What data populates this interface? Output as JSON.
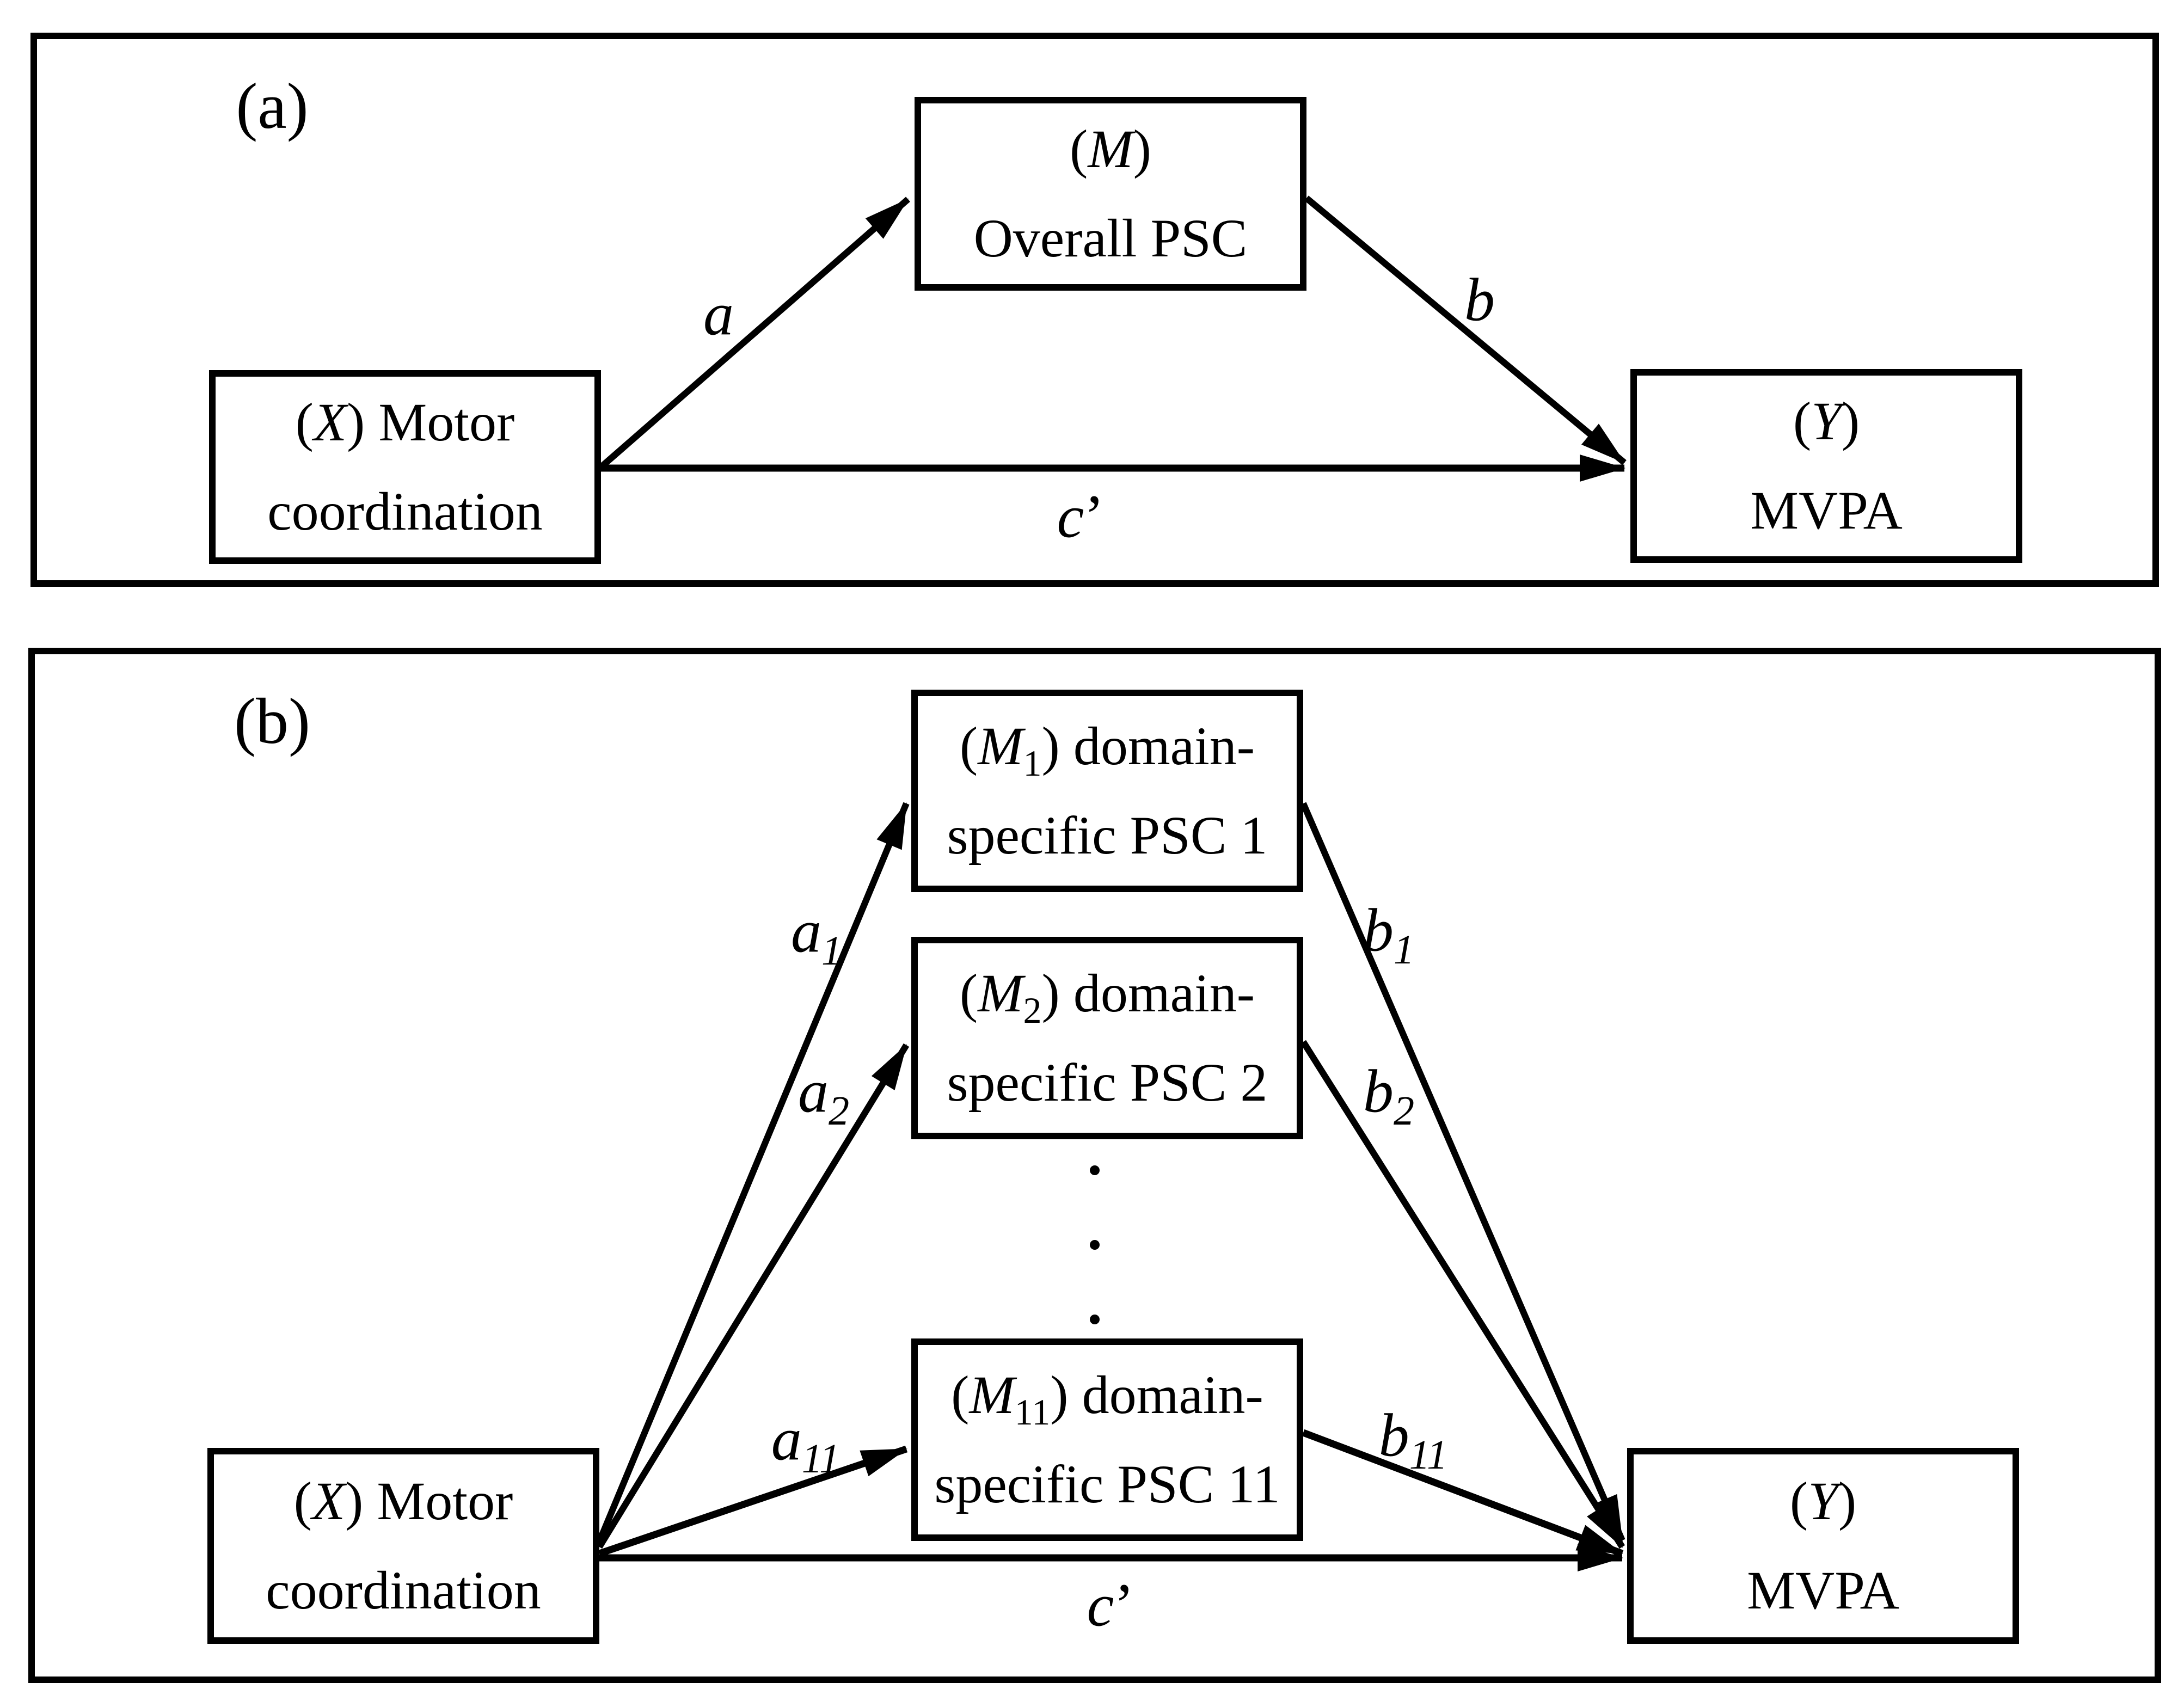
{
  "figure": {
    "type": "mediation-path-diagram",
    "colors": {
      "ink": "#000000",
      "background": "#ffffff"
    },
    "panel_a": {
      "tag": "(a)",
      "boxes": {
        "m": {
          "pre": "(",
          "sym": "M",
          "sub": "",
          "post": ")",
          "line2": "Overall PSC"
        },
        "x": {
          "pre": "(",
          "sym": "X",
          "sub": "",
          "post": ") Motor",
          "line2": "coordination"
        },
        "y": {
          "pre": "(",
          "sym": "Y",
          "sub": "",
          "post": ")",
          "line2": "MVPA"
        }
      },
      "paths": {
        "a": {
          "base": "a",
          "sub": ""
        },
        "b": {
          "base": "b",
          "sub": ""
        },
        "c": {
          "base": "c",
          "prime": "’"
        }
      }
    },
    "panel_b": {
      "tag": "(b)",
      "boxes": {
        "m1": {
          "pre": "(",
          "sym": "M",
          "sub": "1",
          "post": ") domain-",
          "line2": "specific PSC 1"
        },
        "m2": {
          "pre": "(",
          "sym": "M",
          "sub": "2",
          "post": ") domain-",
          "line2": "specific PSC 2"
        },
        "m11": {
          "pre": "(",
          "sym": "M",
          "sub": "11",
          "post": ") domain-",
          "line2": "specific PSC 11"
        },
        "x": {
          "pre": "(",
          "sym": "X",
          "sub": "",
          "post": ") Motor",
          "line2": "coordination"
        },
        "y": {
          "pre": "(",
          "sym": "Y",
          "sub": "",
          "post": ")",
          "line2": "MVPA"
        }
      },
      "paths": {
        "a1": {
          "base": "a",
          "sub": "1"
        },
        "a2": {
          "base": "a",
          "sub": "2"
        },
        "a11": {
          "base": "a",
          "sub": "11"
        },
        "b1": {
          "base": "b",
          "sub": "1"
        },
        "b2": {
          "base": "b",
          "sub": "2"
        },
        "b11": {
          "base": "b",
          "sub": "11"
        },
        "c": {
          "base": "c",
          "prime": "’"
        }
      },
      "ellipsis": "⋮"
    }
  }
}
